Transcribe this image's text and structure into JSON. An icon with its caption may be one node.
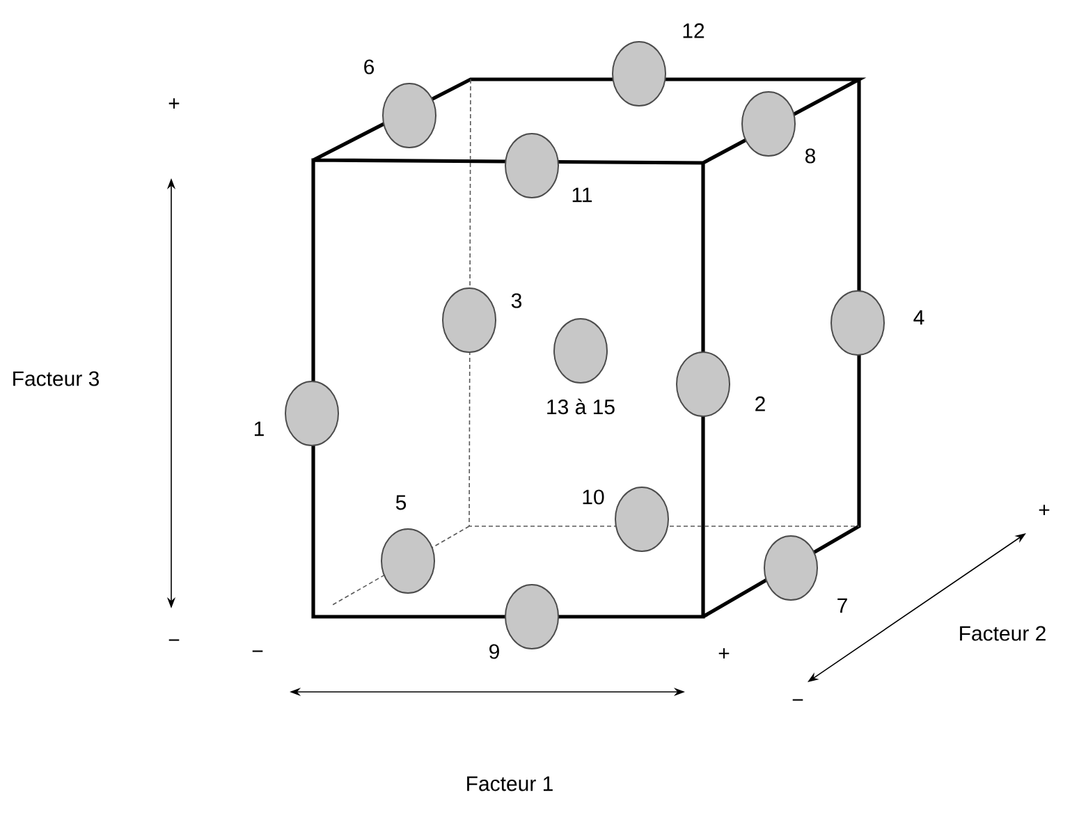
{
  "diagram": {
    "nodes": [
      {
        "text": [],
        "shape": "circle",
        "beside": [
          "1"
        ]
      },
      {
        "text": [],
        "shape": "circle",
        "beside": [
          "2"
        ]
      },
      {
        "text": [],
        "shape": "circle",
        "beside": [
          "3"
        ]
      },
      {
        "text": [],
        "shape": "circle",
        "beside": [
          "4"
        ]
      },
      {
        "text": [],
        "shape": "circle",
        "beside": [
          "5"
        ]
      },
      {
        "text": [],
        "shape": "circle",
        "beside": [
          "6"
        ]
      },
      {
        "text": [],
        "shape": "circle",
        "beside": [
          "7"
        ]
      },
      {
        "text": [],
        "shape": "circle",
        "beside": [
          "8"
        ]
      },
      {
        "text": [],
        "shape": "circle",
        "beside": [
          "9"
        ]
      },
      {
        "text": [],
        "shape": "circle",
        "beside": [
          "10"
        ]
      },
      {
        "text": [],
        "shape": "circle",
        "beside": [
          "11"
        ]
      },
      {
        "text": [],
        "shape": "circle",
        "beside": [
          "12"
        ]
      },
      {
        "text": [],
        "shape": "circle",
        "beside": [
          "13 à 15"
        ]
      }
    ],
    "labels": [
      "+",
      "Facteur 3",
      "+",
      "Facteur 2",
      "−",
      "−",
      "−",
      "+",
      "Facteur 1"
    ]
  }
}
